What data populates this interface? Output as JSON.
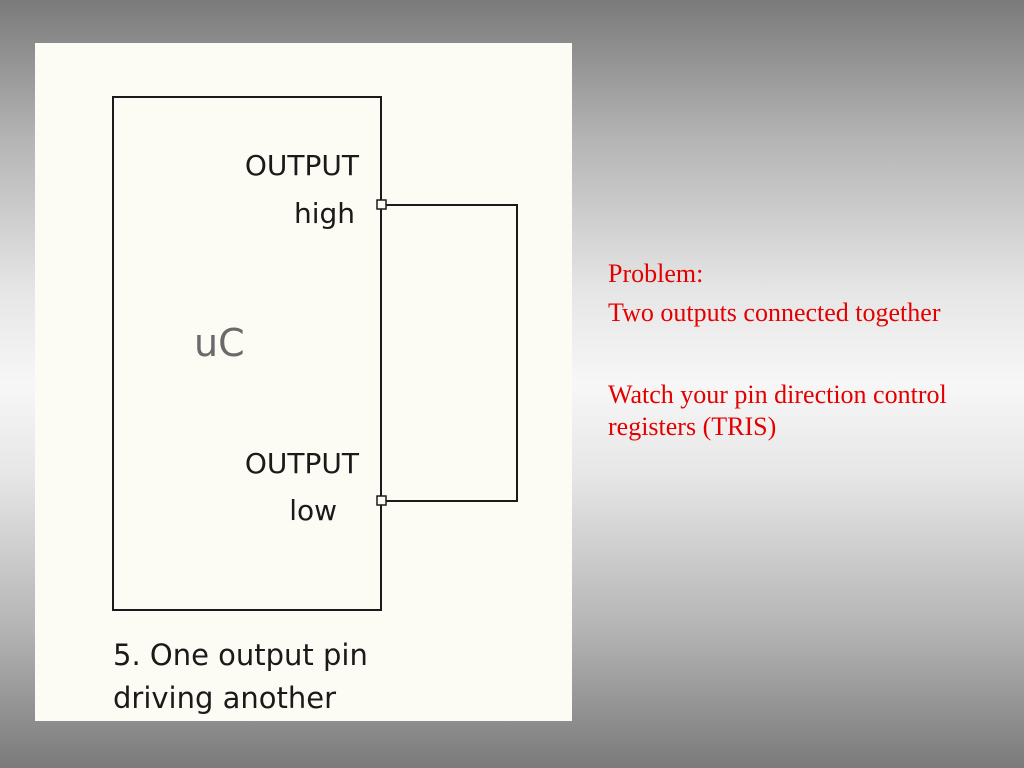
{
  "diagram": {
    "chip_label": "uC",
    "pin_high_line1": "OUTPUT",
    "pin_high_line2": "high",
    "pin_low_line1": "OUTPUT",
    "pin_low_line2": "low",
    "caption_line1": "5. One output pin",
    "caption_line2": "driving another"
  },
  "notes": {
    "heading": "Problem:",
    "problem": "Two outputs connected together",
    "advice": "Watch your pin direction control registers (TRIS)"
  },
  "colors": {
    "note_text": "#e40000",
    "panel_background": "#fdfcf4",
    "line_color": "#1a1a1a"
  }
}
